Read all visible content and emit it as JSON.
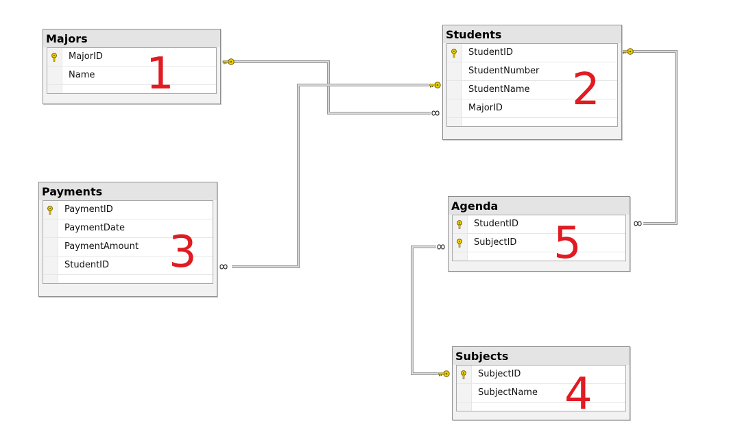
{
  "tables": {
    "majors": {
      "title": "Majors",
      "number": "1",
      "fields": [
        {
          "name": "MajorID",
          "pk": true
        },
        {
          "name": "Name",
          "pk": false
        }
      ]
    },
    "students": {
      "title": "Students",
      "number": "2",
      "fields": [
        {
          "name": "StudentID",
          "pk": true
        },
        {
          "name": "StudentNumber",
          "pk": false
        },
        {
          "name": "StudentName",
          "pk": false
        },
        {
          "name": "MajorID",
          "pk": false
        }
      ]
    },
    "payments": {
      "title": "Payments",
      "number": "3",
      "fields": [
        {
          "name": "PaymentID",
          "pk": true
        },
        {
          "name": "PaymentDate",
          "pk": false
        },
        {
          "name": "PaymentAmount",
          "pk": false
        },
        {
          "name": "StudentID",
          "pk": false
        }
      ]
    },
    "subjects": {
      "title": "Subjects",
      "number": "4",
      "fields": [
        {
          "name": "SubjectID",
          "pk": true
        },
        {
          "name": "SubjectName",
          "pk": false
        }
      ]
    },
    "agenda": {
      "title": "Agenda",
      "number": "5",
      "fields": [
        {
          "name": "StudentID",
          "pk": true
        },
        {
          "name": "SubjectID",
          "pk": true
        }
      ]
    }
  },
  "relationships": [
    {
      "from_table": "majors",
      "from_field": "MajorID",
      "to_table": "students",
      "to_field": "MajorID",
      "from_end": "key",
      "to_end": "infinity"
    },
    {
      "from_table": "students",
      "from_field": "StudentID",
      "to_table": "payments",
      "to_field": "StudentID",
      "from_end": "key",
      "to_end": "infinity"
    },
    {
      "from_table": "students",
      "from_field": "StudentID",
      "to_table": "agenda",
      "to_field": "StudentID",
      "from_end": "key",
      "to_end": "infinity"
    },
    {
      "from_table": "subjects",
      "from_field": "SubjectID",
      "to_table": "agenda",
      "to_field": "SubjectID",
      "from_end": "key",
      "to_end": "infinity"
    }
  ],
  "colors": {
    "number": "#e01b22",
    "key": "#e6c200",
    "line": "#7a7a7a"
  }
}
